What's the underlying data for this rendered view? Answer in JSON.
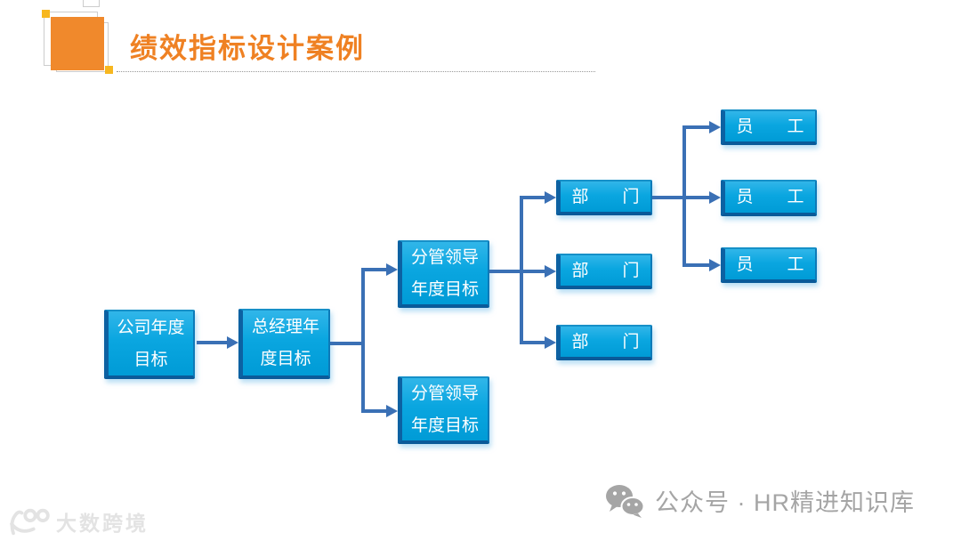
{
  "slide": {
    "header": {
      "title": "绩效指标设计案例"
    },
    "colors": {
      "title_text": "#EF8123",
      "accent_square": "#F0892C",
      "corner_square": "#F7B71F",
      "node_face": "#00A5E0",
      "node_edge": "#0C61A2",
      "connector": "#3A70B5",
      "footer_text": "#A5A5A5",
      "watermark_text": "#E3E3E3"
    },
    "diagram": {
      "level1": {
        "line1": "公司年度",
        "line2": "目标"
      },
      "level2": {
        "line1": "总经理年",
        "line2": "度目标"
      },
      "level3_top": {
        "line1": "分管领导",
        "line2": "年度目标"
      },
      "level3_bottom": {
        "line1": "分管领导",
        "line2": "年度目标"
      },
      "departments": [
        {
          "label": "部　　门"
        },
        {
          "label": "部　　门"
        },
        {
          "label": "部　　门"
        }
      ],
      "employees": [
        {
          "label": "员　　工"
        },
        {
          "label": "员　　工"
        },
        {
          "label": "员　　工"
        }
      ]
    },
    "footer": {
      "watermark_text": "大数跨境",
      "account_text": "公众号 · HR精进知识库"
    }
  }
}
